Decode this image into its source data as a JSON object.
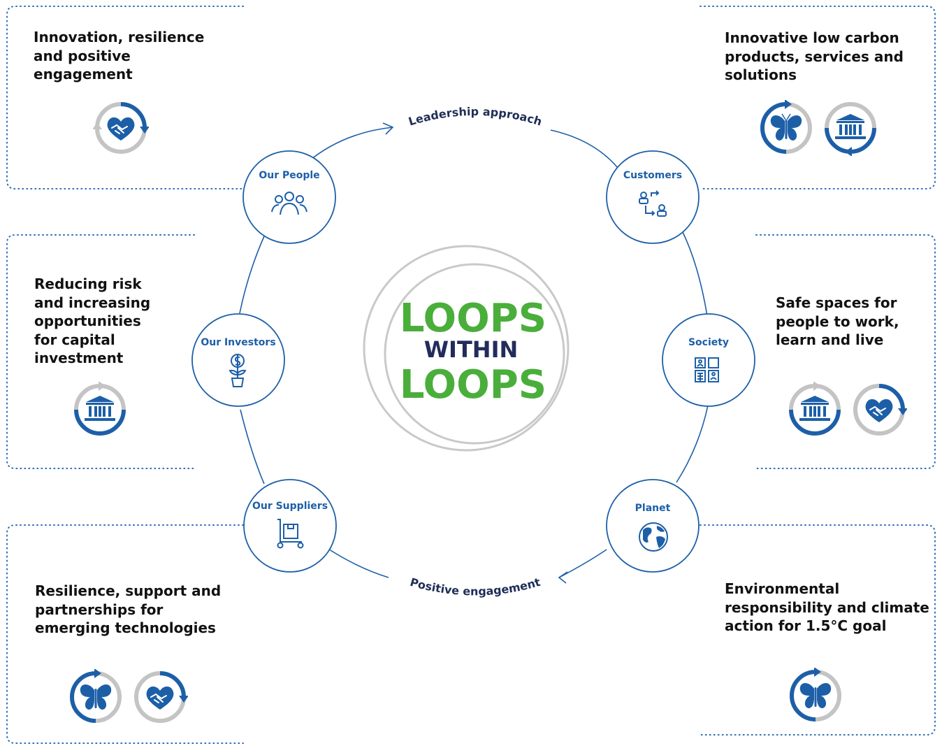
{
  "center": {
    "line1": "LOOPS",
    "line2": "WITHIN",
    "line3": "LOOPS"
  },
  "arcs": {
    "top": "Leadership approach",
    "bottom": "Positive engagement"
  },
  "nodes": [
    {
      "label": "Our People",
      "icon": "people-icon"
    },
    {
      "label": "Customers",
      "icon": "customer-exchange-icon"
    },
    {
      "label": "Our Investors",
      "icon": "money-plant-icon"
    },
    {
      "label": "Society",
      "icon": "buildings-icon"
    },
    {
      "label": "Our Suppliers",
      "icon": "supply-trolley-icon"
    },
    {
      "label": "Planet",
      "icon": "globe-icon"
    }
  ],
  "panels": [
    {
      "text": "Innovation, resilience\nand positive\nengagement",
      "icons": [
        "heart-handshake-icon"
      ]
    },
    {
      "text": "Innovative low carbon\nproducts, services and\nsolutions",
      "icons": [
        "butterfly-icon",
        "bank-icon"
      ]
    },
    {
      "text": "Reducing risk\nand increasing\nopportunities\nfor capital\ninvestment",
      "icons": [
        "bank-icon"
      ]
    },
    {
      "text": "Safe spaces for\npeople to work,\nlearn and live",
      "icons": [
        "bank-icon",
        "heart-handshake-icon"
      ]
    },
    {
      "text": "Resilience, support and\npartnerships for\nemerging technologies",
      "icons": [
        "butterfly-icon",
        "heart-handshake-icon"
      ]
    },
    {
      "text": "Environmental\nresponsibility and climate\naction for 1.5°C goal",
      "icons": [
        "butterfly-icon"
      ]
    }
  ],
  "colors": {
    "blue": "#1d5fa7",
    "green": "#4aae3b",
    "navy": "#222c5c",
    "grey": "#c4c4c4"
  }
}
